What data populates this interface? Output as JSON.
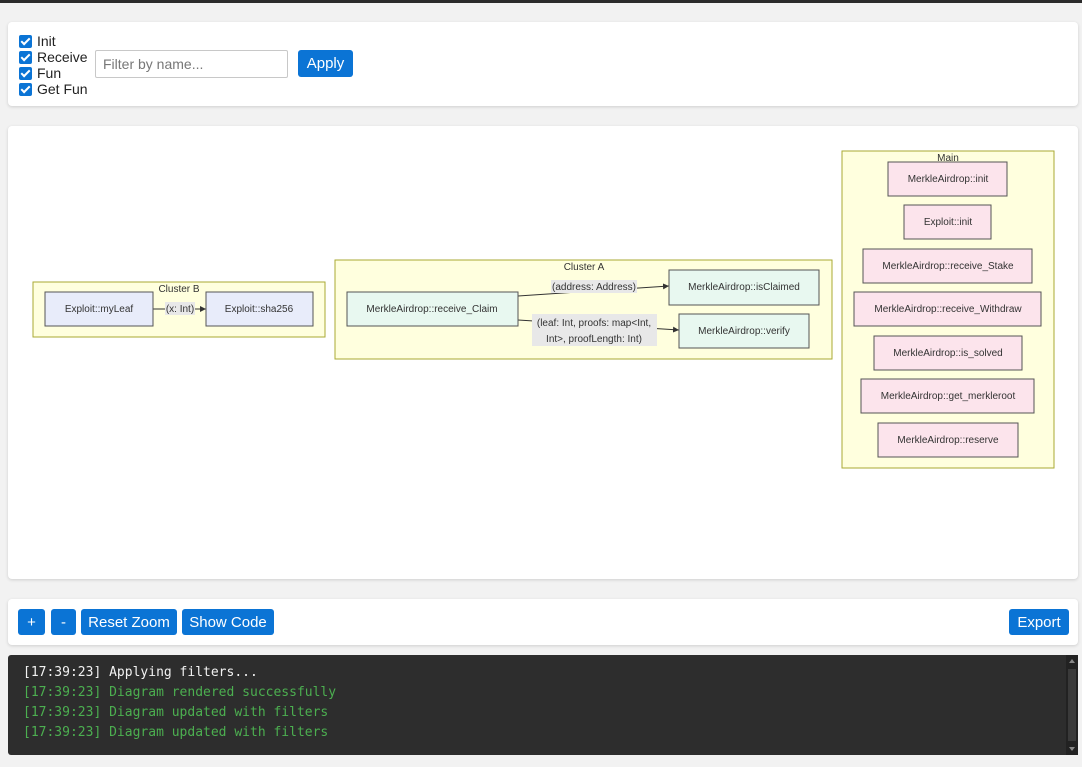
{
  "filters": {
    "checkboxes": [
      {
        "label": "Init",
        "checked": true
      },
      {
        "label": "Receive",
        "checked": true
      },
      {
        "label": "Fun",
        "checked": true
      },
      {
        "label": "Get Fun",
        "checked": true
      }
    ],
    "search_placeholder": "Filter by name...",
    "search_value": "",
    "apply_label": "Apply"
  },
  "diagram": {
    "clusters": {
      "b": {
        "title": "Cluster B"
      },
      "a": {
        "title": "Cluster A"
      },
      "main": {
        "title": "Main"
      }
    },
    "nodes": {
      "my_leaf": "Exploit::myLeaf",
      "sha256": "Exploit::sha256",
      "receive_claim": "MerkleAirdrop::receive_Claim",
      "is_claimed": "MerkleAirdrop::isClaimed",
      "verify": "MerkleAirdrop::verify",
      "ma_init": "MerkleAirdrop::init",
      "ex_init": "Exploit::init",
      "receive_stake": "MerkleAirdrop::receive_Stake",
      "receive_withdraw": "MerkleAirdrop::receive_Withdraw",
      "is_solved": "MerkleAirdrop::is_solved",
      "get_merkleroot": "MerkleAirdrop::get_merkleroot",
      "reserve": "MerkleAirdrop::reserve"
    },
    "edges": {
      "leaf_to_sha": "(x: Int)",
      "claim_to_isclaimed": "(address: Address)",
      "claim_to_verify_line1": "(leaf: Int, proofs: map<Int,",
      "claim_to_verify_line2": "Int>, proofLength: Int)"
    },
    "colors": {
      "cluster_fill": "#ffffde",
      "cluster_border": "#aaaa33",
      "node_blue": "#e8ecfa",
      "node_green": "#e8f8f0",
      "node_pink": "#fce4ec"
    }
  },
  "controls": {
    "zoom_in_label": "+",
    "zoom_out_label": "-",
    "reset_zoom_label": "Reset Zoom",
    "show_code_label": "Show Code",
    "export_label": "Export",
    "accent_color": "#0b74d5"
  },
  "log": [
    {
      "time": "[17:39:23]",
      "message": "Applying filters...",
      "level": "info"
    },
    {
      "time": "[17:39:23]",
      "message": "Diagram rendered successfully",
      "level": "success"
    },
    {
      "time": "[17:39:23]",
      "message": "Diagram updated with filters",
      "level": "success"
    },
    {
      "time": "[17:39:23]",
      "message": "Diagram updated with filters",
      "level": "success"
    }
  ]
}
